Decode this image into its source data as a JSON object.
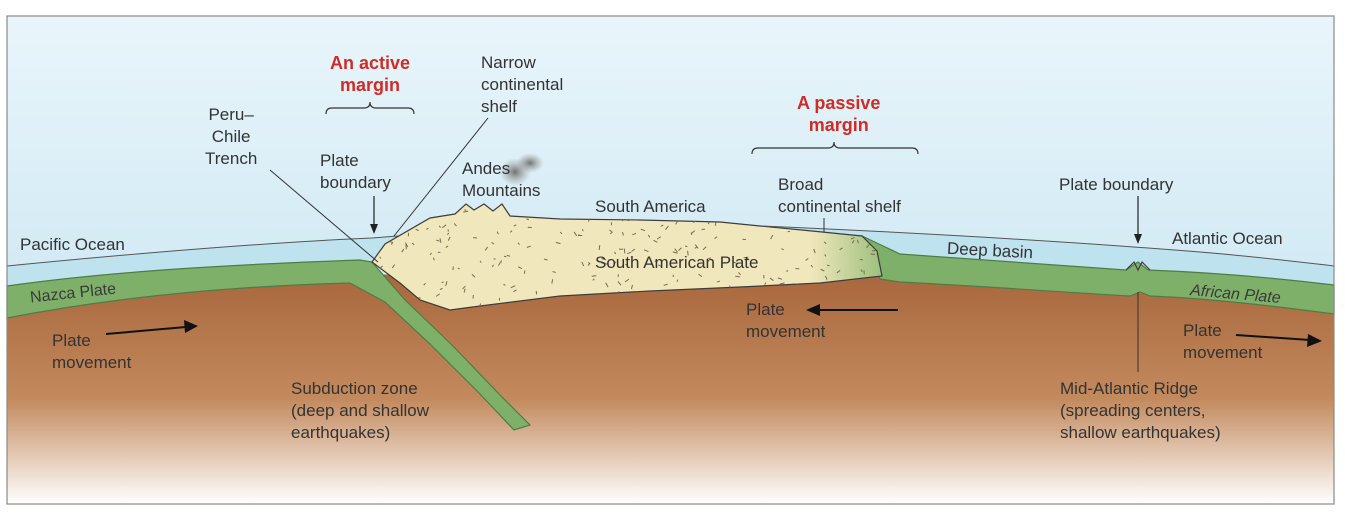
{
  "colors": {
    "ocean": "#bfe2ef",
    "sky_top": "#e9f5fb",
    "sky_bottom": "#bfe0ee",
    "plate": "#7fb06a",
    "plate_edge": "#4f7c45",
    "continent": "#f1e7bd",
    "mantle_top": "#a8663c",
    "mantle_bottom": "#ffffff",
    "highlight": "#d22b26"
  },
  "labels": {
    "active_margin": [
      "An active",
      "margin"
    ],
    "passive_margin": [
      "A passive",
      "margin"
    ],
    "peru_chile_trench": [
      "Peru–",
      "Chile",
      "Trench"
    ],
    "plate_boundary_left": [
      "Plate",
      "boundary"
    ],
    "narrow_shelf": [
      "Narrow",
      "continental",
      "shelf"
    ],
    "andes": [
      "Andes",
      "Mountains"
    ],
    "south_america": "South America",
    "broad_shelf": [
      "Broad",
      "continental shelf"
    ],
    "plate_boundary_right": "Plate boundary",
    "pacific_ocean": "Pacific Ocean",
    "atlantic_ocean": "Atlantic Ocean",
    "deep_basin": "Deep basin",
    "south_american_plate": "South American Plate",
    "nazca_plate": "Nazca Plate",
    "african_plate": "African Plate",
    "plate_movement_left": [
      "Plate",
      "movement"
    ],
    "plate_movement_center": [
      "Plate",
      "movement"
    ],
    "plate_movement_right": [
      "Plate",
      "movement"
    ],
    "subduction_zone": [
      "Subduction zone",
      "(deep and shallow",
      "earthquakes)"
    ],
    "mid_atlantic_ridge": [
      "Mid-Atlantic Ridge",
      "(spreading centers,",
      "shallow earthquakes)"
    ]
  }
}
